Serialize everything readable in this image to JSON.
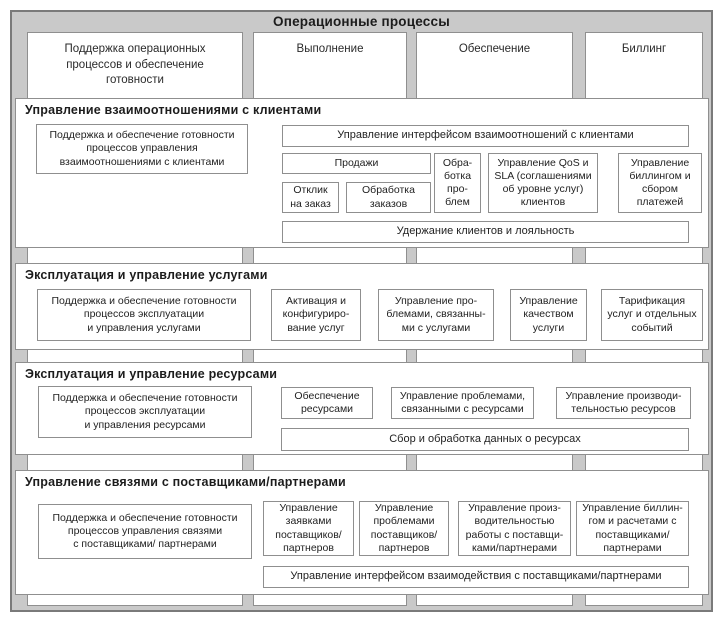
{
  "title": "Операционные процессы",
  "colors": {
    "background_gray": "#c9c9c9",
    "box_fill": "#ffffff",
    "box_border": "#8f8f8f",
    "outer_border": "#7a7a7a",
    "text": "#1c1c1c"
  },
  "columns": [
    {
      "label": "Поддержка операционных\nпроцессов и обеспечение\nготовности"
    },
    {
      "label": "Выполнение"
    },
    {
      "label": "Обеспечение"
    },
    {
      "label": "Биллинг"
    }
  ],
  "sections": {
    "crm": {
      "header": "Управление взаимоотношениями с клиентами",
      "support": "Поддержка и обеспечение готовности\nпроцессов управления\nвзаимоотношениями с клиентами",
      "interface": "Управление интерфейсом взаимоотношений с клиентами",
      "sales": "Продажи",
      "order_response": "Отклик\nна заказ",
      "order_handling": "Обработка\nзаказов",
      "problem_handling": "Обра-\nботка\nпро-\nблем",
      "qos_sla": "Управление QoS и\nSLA (соглашениями\nоб уровне услуг)\nклиентов",
      "billing_mgmt": "Управление\nбиллингом и\nсбором\nплатежей",
      "retention": "Удержание клиентов и лояльность"
    },
    "service": {
      "header": "Эксплуатация и управление услугами",
      "support": "Поддержка и обеспечение готовности\nпроцессов эксплуатации\nи управления услугами",
      "activation": "Активация и\nконфигуриро-\nвание услуг",
      "problems": "Управление про-\nблемами, связанны-\nми с услугами",
      "quality": "Управление\nкачеством\nуслуги",
      "rating": "Тарификация\nуслуг и отдельных\nсобытий"
    },
    "resource": {
      "header": "Эксплуатация и управление ресурсами",
      "support": "Поддержка и обеспечение готовности\nпроцессов эксплуатации\nи управления ресурсами",
      "provisioning": "Обеспечение\nресурсами",
      "problems": "Управление проблемами,\nсвязанными с ресурсами",
      "performance": "Управление производи-\nтельностью ресурсов",
      "data_collection": "Сбор и обработка данных о ресурсах"
    },
    "supplier": {
      "header": "Управление связями с поставщиками/партнерами",
      "support": "Поддержка и обеспечение готовности\nпроцессов управления связями\nс поставщиками/ партнерами",
      "requisition": "Управление\nзаявками\nпоставщиков/\nпартнеров",
      "problems": "Управление\nпроблемами\nпоставщиков/\nпартнеров",
      "performance": "Управление произ-\nводительностью\nработы с поставщи-\nками/партнерами",
      "billing": "Управление биллин-\nгом и расчетами с\nпоставщиками/\nпартнерами",
      "interface": "Управление интерфейсом взаимодействия с поставщиками/партнерами"
    }
  }
}
